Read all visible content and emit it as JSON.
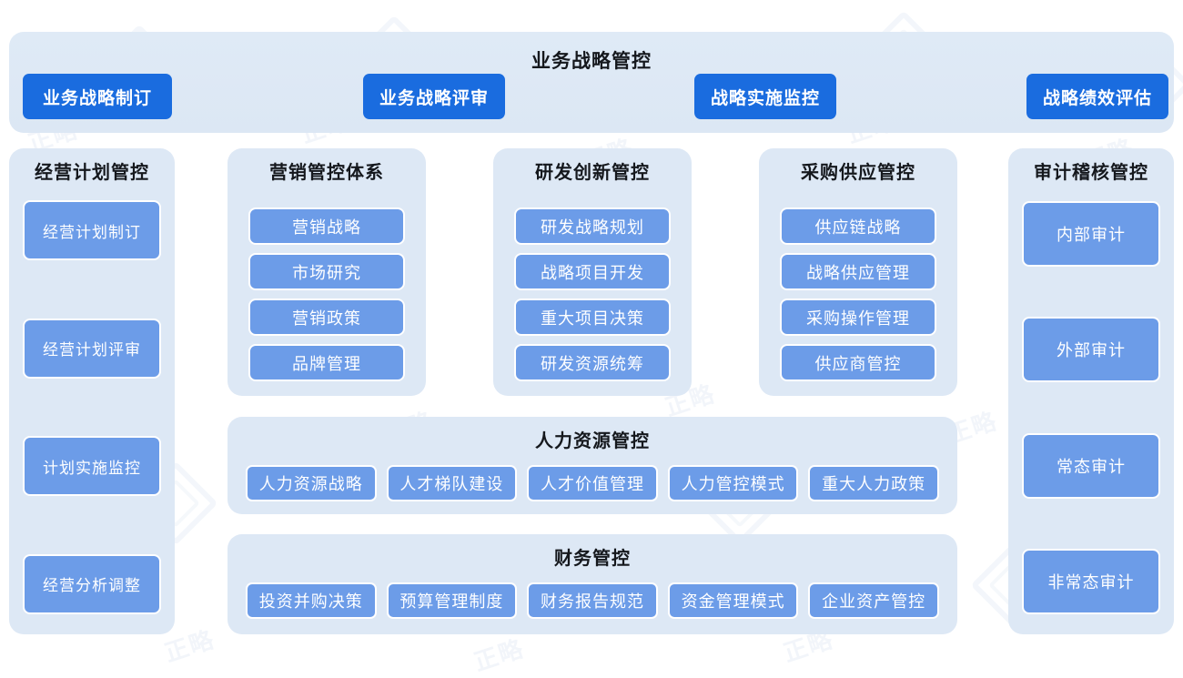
{
  "header": {
    "title": "业务战略管控",
    "buttons": [
      "业务战略制订",
      "业务战略评审",
      "战略实施监控",
      "战略绩效评估"
    ]
  },
  "columns": {
    "plan": {
      "title": "经营计划管控",
      "items": [
        "经营计划制订",
        "经营计划评审",
        "计划实施监控",
        "经营分析调整"
      ]
    },
    "marketing": {
      "title": "营销管控体系",
      "items": [
        "营销战略",
        "市场研究",
        "营销政策",
        "品牌管理"
      ]
    },
    "rd": {
      "title": "研发创新管控",
      "items": [
        "研发战略规划",
        "战略项目开发",
        "重大项目决策",
        "研发资源统筹"
      ]
    },
    "purchase": {
      "title": "采购供应管控",
      "items": [
        "供应链战略",
        "战略供应管理",
        "采购操作管理",
        "供应商管控"
      ]
    },
    "audit": {
      "title": "审计稽核管控",
      "items": [
        "内部审计",
        "外部审计",
        "常态审计",
        "非常态审计"
      ]
    }
  },
  "wide_panels": {
    "hr": {
      "title": "人力资源管控",
      "items": [
        "人力资源战略",
        "人才梯队建设",
        "人才价值管理",
        "人力管控模式",
        "重大人力政策"
      ]
    },
    "finance": {
      "title": "财务管控",
      "items": [
        "投资并购决策",
        "预算管理制度",
        "财务报告规范",
        "资金管理模式",
        "企业资产管控"
      ]
    }
  },
  "colors": {
    "panel_bg": "#dde8f5",
    "primary_button": "#1a6cdf",
    "secondary_button": "#6c9ce8",
    "title_text": "#15181d",
    "page_bg": "#ffffff"
  }
}
